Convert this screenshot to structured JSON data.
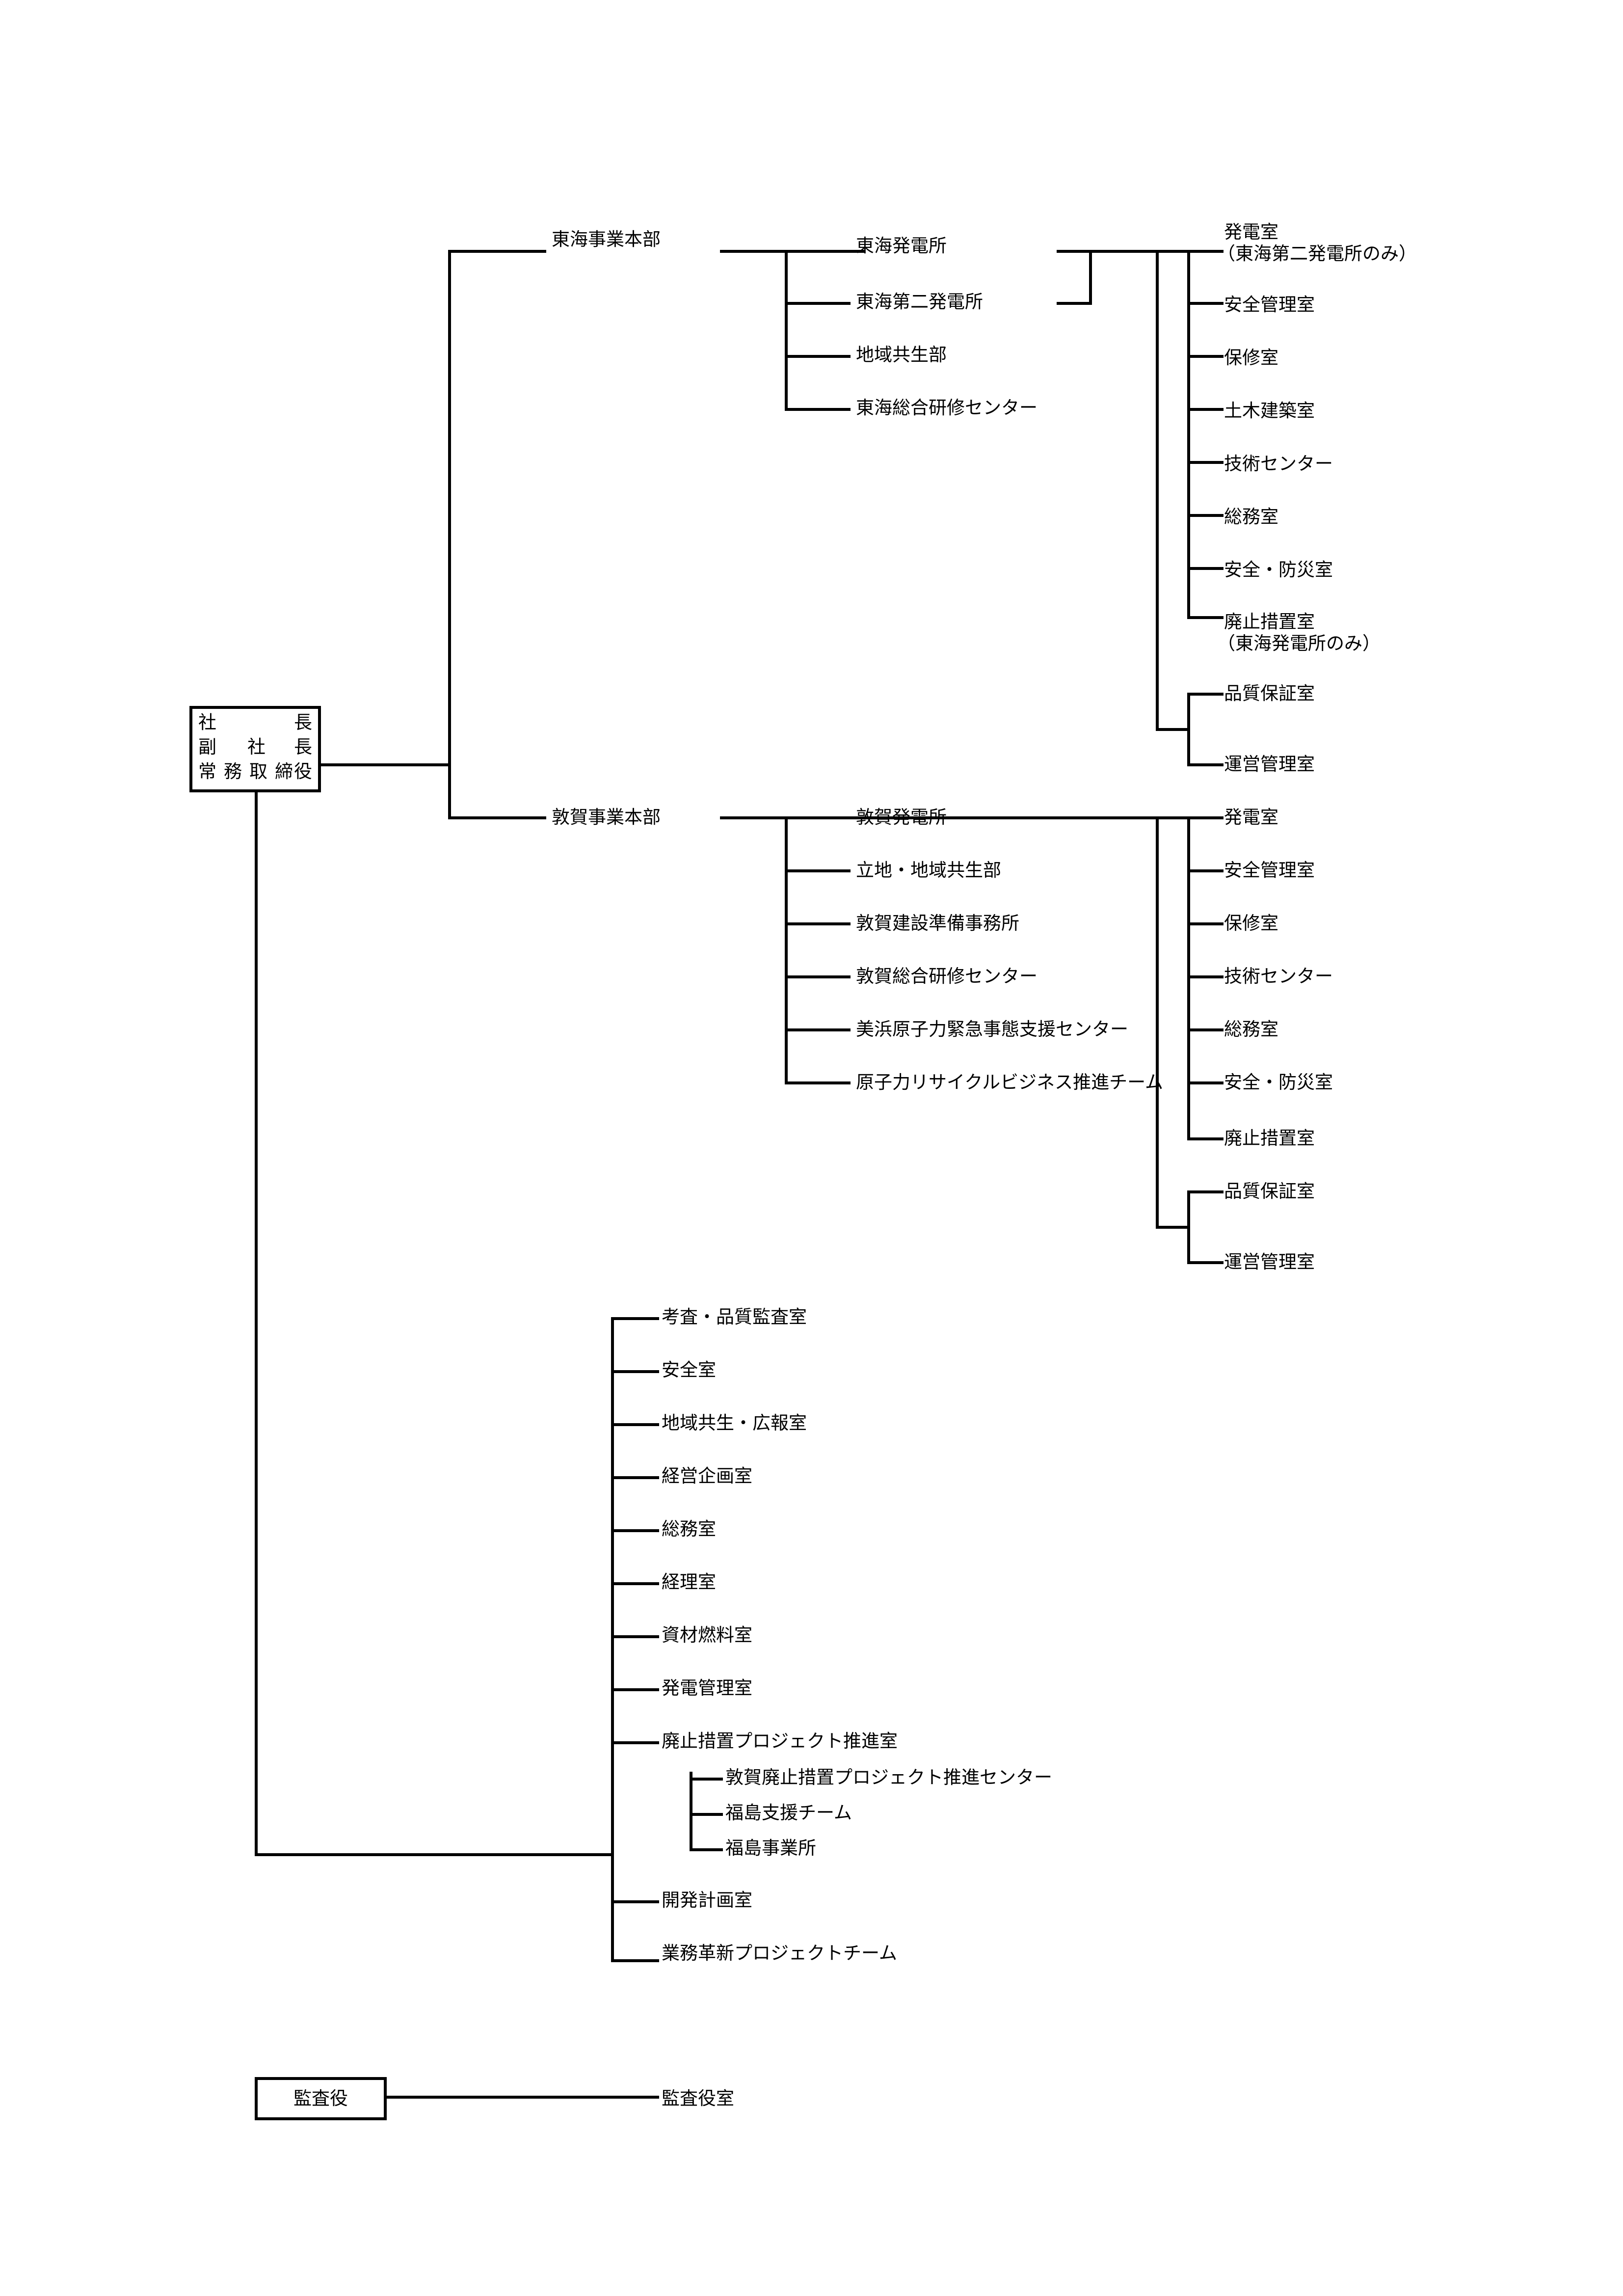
{
  "colors": {
    "line": "#000000",
    "background": "#ffffff",
    "text": "#000000"
  },
  "executives": {
    "president": [
      "社",
      "長"
    ],
    "vice_president": [
      "副",
      "社",
      "長"
    ],
    "managing_director": [
      "常",
      "務",
      "取",
      "締",
      "役"
    ]
  },
  "auditor": {
    "label": "監査役",
    "office": "監査役室"
  },
  "tokai_division": {
    "name": "東海事業本部",
    "units": [
      "東海発電所",
      "東海第二発電所",
      "地域共生部",
      "東海総合研修センター"
    ],
    "plant_sections": [
      "発電室",
      "（東海第二発電所のみ）",
      "安全管理室",
      "保修室",
      "土木建築室",
      "技術センター",
      "総務室",
      "安全・防災室",
      "廃止措置室",
      "（東海発電所のみ）",
      "品質保証室",
      "運営管理室"
    ]
  },
  "tsuruga_division": {
    "name": "敦賀事業本部",
    "units": [
      "敦賀発電所",
      "立地・地域共生部",
      "敦賀建設準備事務所",
      "敦賀総合研修センター",
      "美浜原子力緊急事態支援センター",
      "原子力リサイクルビジネス推進チーム"
    ],
    "plant_sections": [
      "発電室",
      "安全管理室",
      "保修室",
      "技術センター",
      "総務室",
      "安全・防災室",
      "廃止措置室",
      "品質保証室",
      "運営管理室"
    ]
  },
  "head_office": {
    "offices": [
      "考査・品質監査室",
      "安全室",
      "地域共生・広報室",
      "経営企画室",
      "総務室",
      "経理室",
      "資材燃料室",
      "発電管理室",
      "廃止措置プロジェクト推進室",
      "開発計画室",
      "業務革新プロジェクトチーム"
    ],
    "decommissioning_subunits": [
      "敦賀廃止措置プロジェクト推進センター",
      "福島支援チーム",
      "福島事業所"
    ]
  }
}
